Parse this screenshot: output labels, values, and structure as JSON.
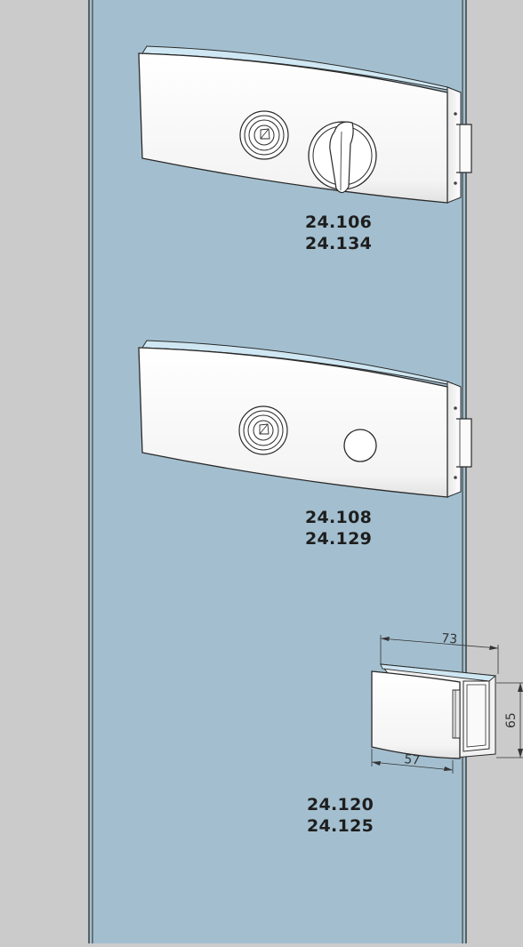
{
  "colors": {
    "background": "#cbcbcb",
    "glass": "#a3bfcf",
    "lock_body": "#ffffff",
    "outline": "#2a2a2a"
  },
  "products": [
    {
      "codes": [
        "24.106",
        "24.134"
      ],
      "variant": "thumb-turn"
    },
    {
      "codes": [
        "24.108",
        "24.129"
      ],
      "variant": "round-knob"
    },
    {
      "codes": [
        "24.120",
        "24.125"
      ],
      "variant": "strike-keeper"
    }
  ],
  "dimensions": {
    "width_total": "73",
    "width_body": "57",
    "height": "65"
  }
}
